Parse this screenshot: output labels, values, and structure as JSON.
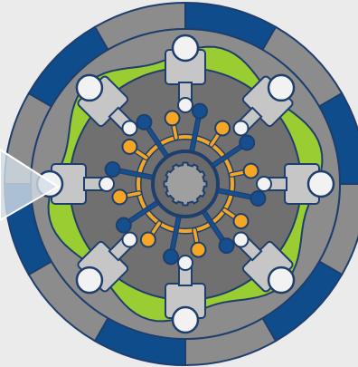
{
  "colors": {
    "background": "#ebebeb",
    "outer_ring_gray": "#8c8c8c",
    "outer_ring_blue": "#0f4c8c",
    "outline": "#1e3f6e",
    "cam_ring_green": "#9acd32",
    "rotor_disc_gray": "#707070",
    "piston_body": "#c6c6c6",
    "piston_head_white": "#f2f2f2",
    "hub_gray": "#6a6a6a",
    "shaft_gray": "#9f9f9f",
    "port_blue": "#164f8f",
    "port_orange": "#f5a623",
    "indicator_fill": "#d2dde6"
  },
  "diagram": {
    "piston_count": 8,
    "outer_segment_count": 12,
    "port_groups": [
      "blue",
      "orange"
    ]
  }
}
